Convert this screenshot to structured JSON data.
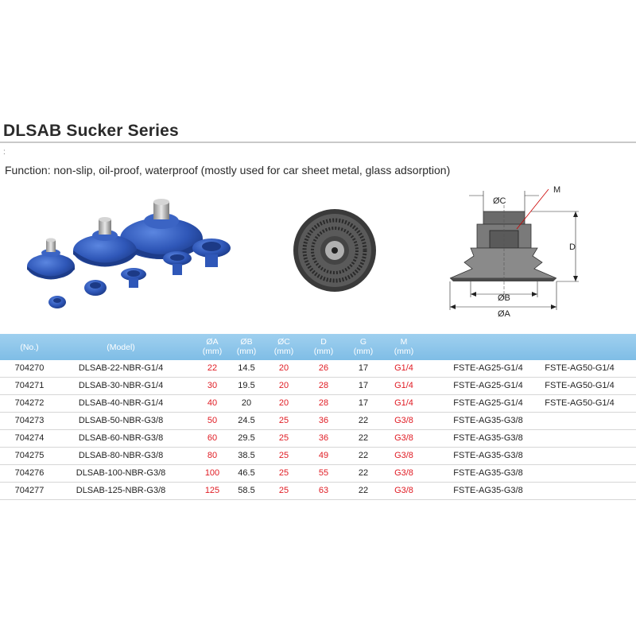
{
  "title": "DLSAB Sucker Series",
  "dot": ":",
  "function_text": "Function: non-slip, oil-proof, waterproof (mostly used for car sheet metal, glass adsorption)",
  "colors": {
    "header_bg": "#8fc8ec",
    "highlight": "#e01b23",
    "product_blue": "#2f57b8"
  },
  "diagram": {
    "c": "ØC",
    "m": "M",
    "d": "D",
    "b": "ØB",
    "a": "ØA"
  },
  "table": {
    "headers": [
      {
        "l1": "(No.)",
        "l2": ""
      },
      {
        "l1": "(Model)",
        "l2": ""
      },
      {
        "l1": "ØA",
        "l2": "(mm)"
      },
      {
        "l1": "ØB",
        "l2": "(mm)"
      },
      {
        "l1": "ØC",
        "l2": "(mm)"
      },
      {
        "l1": "D",
        "l2": "(mm)"
      },
      {
        "l1": "G",
        "l2": "(mm)"
      },
      {
        "l1": "M",
        "l2": "(mm)"
      }
    ],
    "rows": [
      {
        "no": "704270",
        "model": "DLSAB-22-NBR-G1/4",
        "a": "22",
        "b": "14.5",
        "c": "20",
        "d": "26",
        "g": "17",
        "m": "G1/4",
        "f1": "FSTE-AG25-G1/4",
        "f2": "FSTE-AG50-G1/4"
      },
      {
        "no": "704271",
        "model": "DLSAB-30-NBR-G1/4",
        "a": "30",
        "b": "19.5",
        "c": "20",
        "d": "28",
        "g": "17",
        "m": "G1/4",
        "f1": "FSTE-AG25-G1/4",
        "f2": "FSTE-AG50-G1/4"
      },
      {
        "no": "704272",
        "model": "DLSAB-40-NBR-G1/4",
        "a": "40",
        "b": "20",
        "c": "20",
        "d": "28",
        "g": "17",
        "m": "G1/4",
        "f1": "FSTE-AG25-G1/4",
        "f2": "FSTE-AG50-G1/4"
      },
      {
        "no": "704273",
        "model": "DLSAB-50-NBR-G3/8",
        "a": "50",
        "b": "24.5",
        "c": "25",
        "d": "36",
        "g": "22",
        "m": "G3/8",
        "f1": "FSTE-AG35-G3/8",
        "f2": ""
      },
      {
        "no": "704274",
        "model": "DLSAB-60-NBR-G3/8",
        "a": "60",
        "b": "29.5",
        "c": "25",
        "d": "36",
        "g": "22",
        "m": "G3/8",
        "f1": "FSTE-AG35-G3/8",
        "f2": ""
      },
      {
        "no": "704275",
        "model": "DLSAB-80-NBR-G3/8",
        "a": "80",
        "b": "38.5",
        "c": "25",
        "d": "49",
        "g": "22",
        "m": "G3/8",
        "f1": "FSTE-AG35-G3/8",
        "f2": ""
      },
      {
        "no": "704276",
        "model": "DLSAB-100-NBR-G3/8",
        "a": "100",
        "b": "46.5",
        "c": "25",
        "d": "55",
        "g": "22",
        "m": "G3/8",
        "f1": "FSTE-AG35-G3/8",
        "f2": ""
      },
      {
        "no": "704277",
        "model": "DLSAB-125-NBR-G3/8",
        "a": "125",
        "b": "58.5",
        "c": "25",
        "d": "63",
        "g": "22",
        "m": "G3/8",
        "f1": "FSTE-AG35-G3/8",
        "f2": ""
      }
    ]
  }
}
